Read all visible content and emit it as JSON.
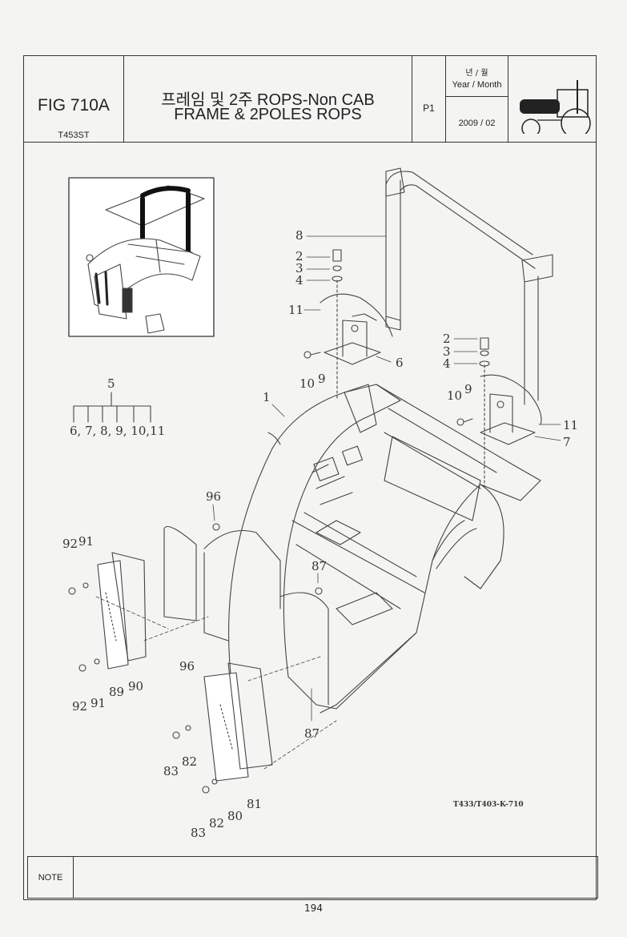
{
  "header": {
    "fig_no": "FIG 710A",
    "model": "T453ST",
    "title_ko": "프레임 및 2주 ROPS-Non CAB",
    "title_en": "FRAME & 2POLES ROPS",
    "page_code": "P1",
    "year_month_ko": "년 / 월",
    "year_month_en": "Year / Month",
    "year_month_value": "2009 / 02",
    "tractor_icon": "tractor-icon"
  },
  "diagram": {
    "drawing_code": "T433/T403-K-710",
    "group_label": "5",
    "group_members": "6, 7, 8, 9, 10,11",
    "callouts": [
      "8",
      "2",
      "3",
      "4",
      "11",
      "6",
      "10",
      "9",
      "2",
      "3",
      "4",
      "10",
      "9",
      "11",
      "7",
      "1",
      "96",
      "92",
      "91",
      "87",
      "96",
      "92",
      "91",
      "89",
      "90",
      "87",
      "83",
      "82",
      "83",
      "82",
      "80",
      "81"
    ]
  },
  "footer": {
    "note_label": "NOTE",
    "page_number": "194"
  }
}
